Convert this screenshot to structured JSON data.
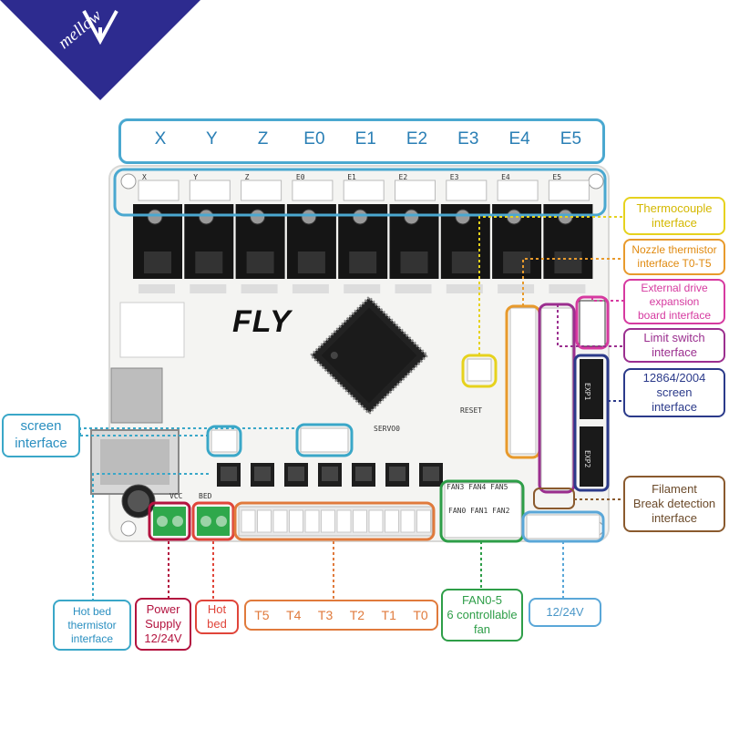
{
  "brand": {
    "logo_text": "mellow"
  },
  "board": {
    "title": "FLY",
    "axes": [
      "X",
      "Y",
      "Z",
      "E0",
      "E1",
      "E2",
      "E3",
      "E4",
      "E5"
    ],
    "silk_small": [
      "X",
      "Y",
      "Z",
      "E0",
      "E1",
      "E2",
      "E3",
      "E4",
      "E5"
    ],
    "silk_misc": {
      "reset": "RESET",
      "servo": "SERVO0",
      "vcc": "VCC",
      "bed": "BED",
      "exp1": "EXP1",
      "exp2": "EXP2",
      "fans_top": "FAN3 FAN4 FAN5",
      "fans_bottom": "FAN0 FAN1 FAN2"
    }
  },
  "labels": {
    "thermocouple": "Thermocouple\ninterface",
    "nozzle_thermistor": "Nozzle thermistor\ninterface  T0-T5",
    "external_drive": "External drive\nexpansion\nboard interface",
    "limit_switch": "Limit switch\ninterface",
    "screen_right": "12864/2004\nscreen\ninterface",
    "filament": "Filament\nBreak detection\ninterface",
    "screen_left": "screen\ninterface",
    "hotbed_thermistor": "Hot bed\nthermistor\ninterface",
    "power_supply": "Power\nSupply\n12/24V",
    "hot_bed": "Hot\nbed",
    "fan": "FAN0-5\n6 controllable\nfan",
    "vcc_right": "12/24V"
  },
  "heaters": [
    "T5",
    "T4",
    "T3",
    "T2",
    "T1",
    "T0"
  ],
  "colors": {
    "logo_bg": "#2d2b8f",
    "axis_blue": "#4aa8d0",
    "thermocouple": "#e6d21e",
    "nozzle": "#e89a2c",
    "external": "#d63aa0",
    "limit": "#9b2f8f",
    "screen_right": "#2b3a8a",
    "filament": "#8a5a2e",
    "screen_left": "#3aa7c8",
    "power": "#b3133f",
    "hot_bed": "#e0453a",
    "heaters": "#e07a3c",
    "fan": "#2e9e48",
    "vcc": "#5aa7d8"
  }
}
